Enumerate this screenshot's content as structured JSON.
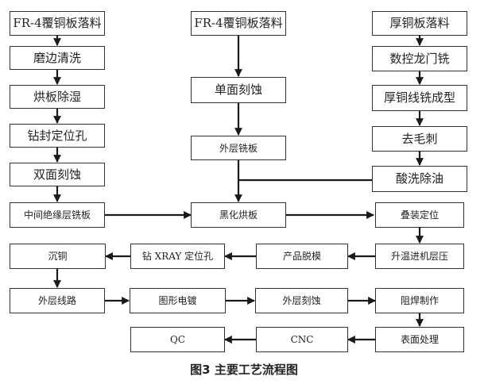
{
  "nodes": {
    "n_fr4_left": "FR-4覆铜板落料",
    "n_mobian": "磨边清洗",
    "n_hongban1": "烘板除湿",
    "n_zuanfeng": "钻封定位孔",
    "n_shuangmian": "双面刻蚀",
    "n_zhongjian": "中间绝缘层铣板",
    "n_fr4_mid": "FR-4覆铜板落料",
    "n_danmian": "单面刻蚀",
    "n_waicengxi": "外层铣板",
    "n_heihua": "黑化烘板",
    "n_houtong": "厚铜板落料",
    "n_shukong": "数控龙门铣",
    "n_houtongxian": "厚铜线铣成型",
    "n_qumaoci": "去毛刺",
    "n_suanxi": "酸洗除油",
    "n_diezhuang": "叠装定位",
    "n_shengwen": "升温进机层压",
    "n_chanpin": "产品脱模",
    "n_zuanxray": "钻 XRAY 定位孔",
    "n_chentong": "沉铜",
    "n_waicengxian": "外层线路",
    "n_tuxing": "图形电镀",
    "n_waicengke": "外层刻蚀",
    "n_zuhan": "阻焊制作",
    "n_biaomian": "表面处理",
    "n_cnc": "CNC",
    "n_qc": "QC"
  },
  "caption": "图3 主要工艺流程图"
}
